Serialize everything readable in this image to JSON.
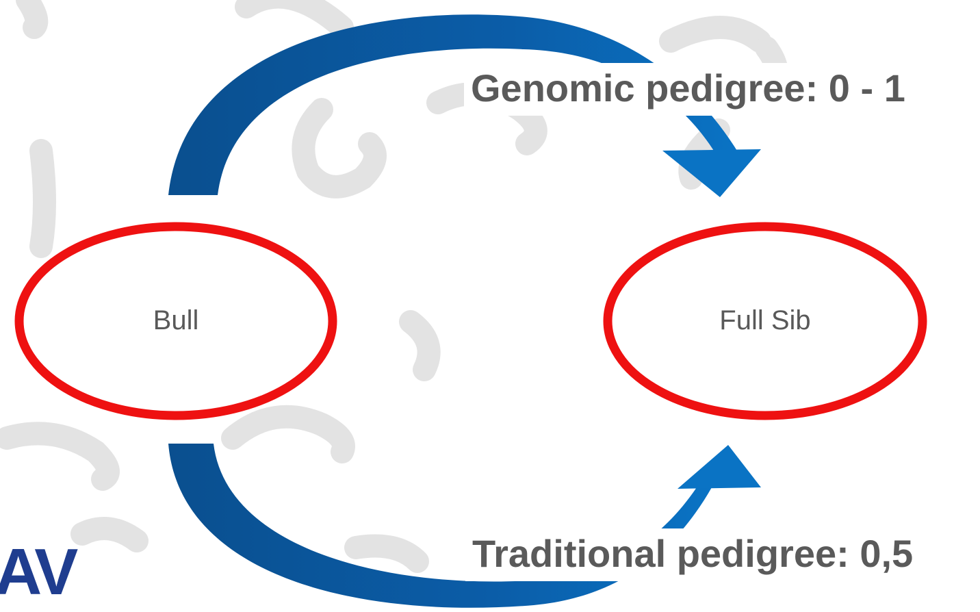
{
  "nodes": {
    "bull": {
      "label": "Bull"
    },
    "full_sib": {
      "label": "Full Sib"
    }
  },
  "relations": {
    "genomic": {
      "label": "Genomic pedigree: 0 - 1"
    },
    "traditional": {
      "label": "Traditional pedigree: 0,5"
    }
  },
  "logo": {
    "text": "AV"
  },
  "colors": {
    "ellipse_stroke": "#ee1111",
    "arrow_dark": "#0a4f8f",
    "arrow_light": "#0a73c4",
    "label_text": "#5a5a5a",
    "logo": "#1f3d8f",
    "background_swirl": "#e3e3e3"
  }
}
